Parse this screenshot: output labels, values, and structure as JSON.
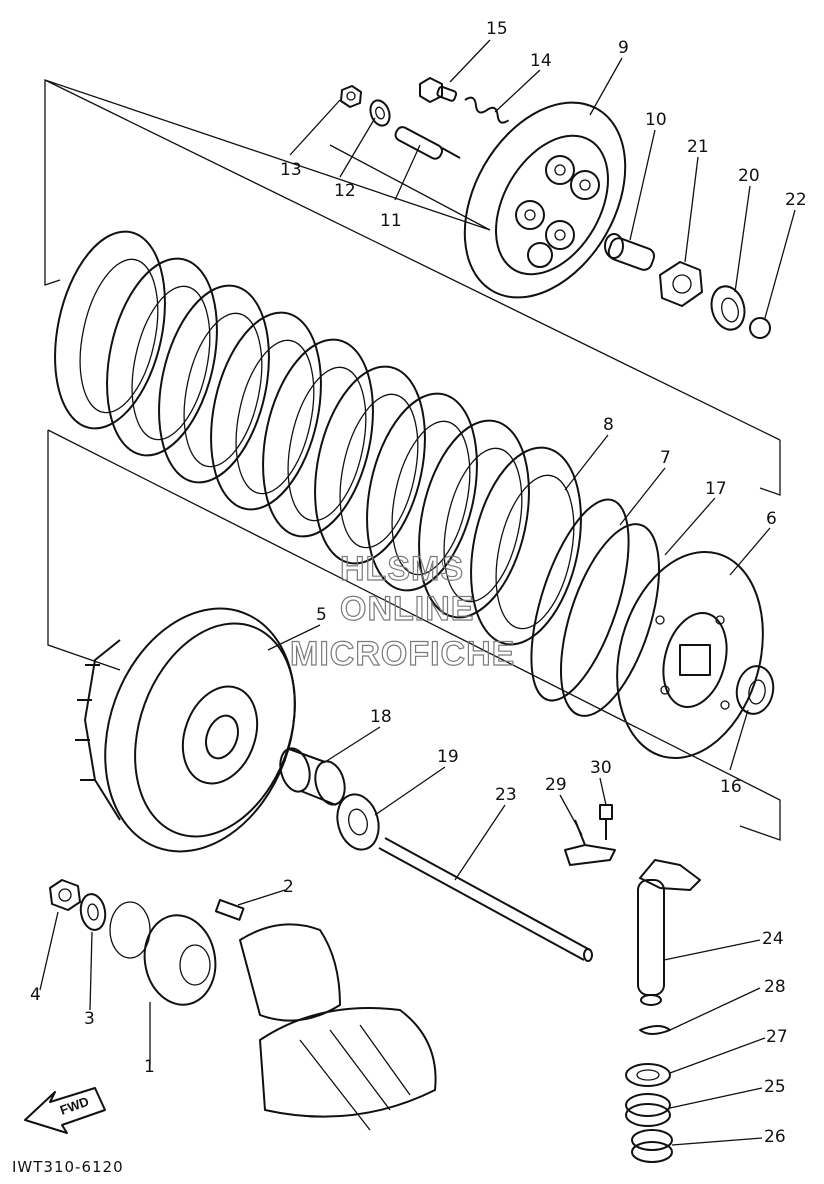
{
  "drawing_code": "IWT310-6120",
  "fwd_label": "FWD",
  "watermark": [
    "HLSMS",
    "ONLINE",
    "MICROFICHE"
  ],
  "callouts": {
    "p1": "1",
    "p2": "2",
    "p3": "3",
    "p4": "4",
    "p5": "5",
    "p6": "6",
    "p7": "7",
    "p8": "8",
    "p9": "9",
    "p10": "10",
    "p11": "11",
    "p12": "12",
    "p13": "13",
    "p14": "14",
    "p15": "15",
    "p16": "16",
    "p17": "17",
    "p18": "18",
    "p19": "19",
    "p20": "20",
    "p21": "21",
    "p22": "22",
    "p23": "23",
    "p24": "24",
    "p25": "25",
    "p26": "26",
    "p27": "27",
    "p28": "28",
    "p29": "29",
    "p30": "30"
  }
}
